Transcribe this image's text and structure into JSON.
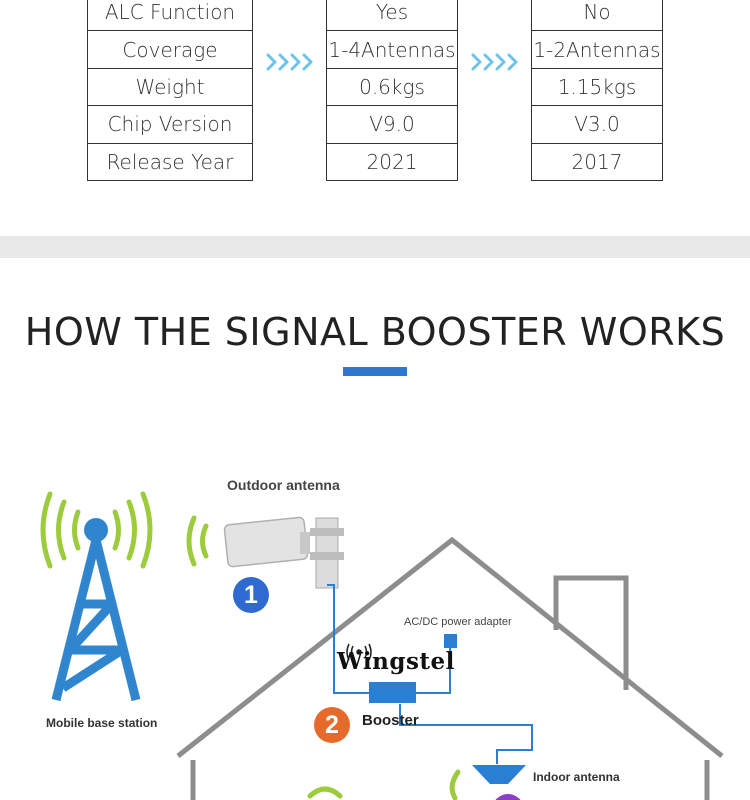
{
  "table": {
    "rows": [
      {
        "label": "ALC Function",
        "new": "Yes",
        "old": "No"
      },
      {
        "label": "Coverage",
        "new": "1-4Antennas",
        "old": "1-2Antennas"
      },
      {
        "label": "Weight",
        "new": "0.6kgs",
        "old": "1.15kgs"
      },
      {
        "label": "Chip Version",
        "new": "V9.0",
        "old": "V3.0"
      },
      {
        "label": "Release Year",
        "new": "2021",
        "old": "2017"
      }
    ]
  },
  "section": {
    "title": "HOW THE SIGNAL BOOSTER WORKS"
  },
  "diagram": {
    "outdoor_antenna": "Outdoor antenna",
    "base_station": "Mobile base station",
    "power_adapter": "AC/DC power adapter",
    "brand": "Wingstel",
    "booster": "Booster",
    "indoor_antenna": "Indoor antenna",
    "step_1": "1",
    "step_2": "2"
  },
  "colors": {
    "accent_blue": "#2e77cf",
    "tower_blue": "#2f86cf",
    "signal_green": "#9ccb3b",
    "badge_orange": "#e66b2a",
    "house_gray": "#8d8d8d",
    "chevron_blue": "#6ec3ea"
  }
}
